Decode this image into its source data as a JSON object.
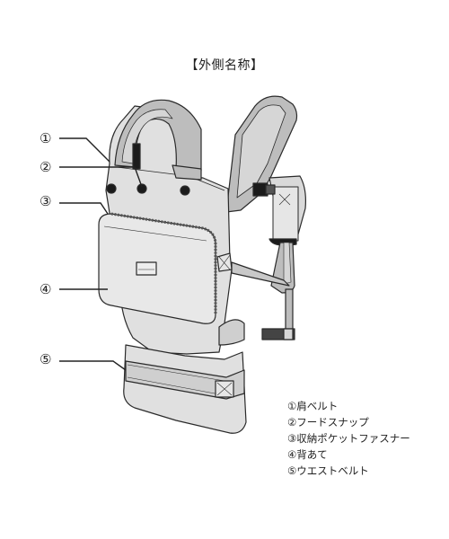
{
  "title": "【外側名称】",
  "callouts": [
    "①",
    "②",
    "③",
    "④",
    "⑤"
  ],
  "legend": [
    "①肩ベルト",
    "②フードスナップ",
    "③収納ポケットファスナー",
    "④背あて",
    "⑤ウエストベルト"
  ],
  "colors": {
    "body_fill": "#e0e0e0",
    "strap_fill": "#bdbdbd",
    "strap_inner": "#d6d6d6",
    "outline": "#2a2a2a",
    "dark": "#1b1b1b"
  }
}
